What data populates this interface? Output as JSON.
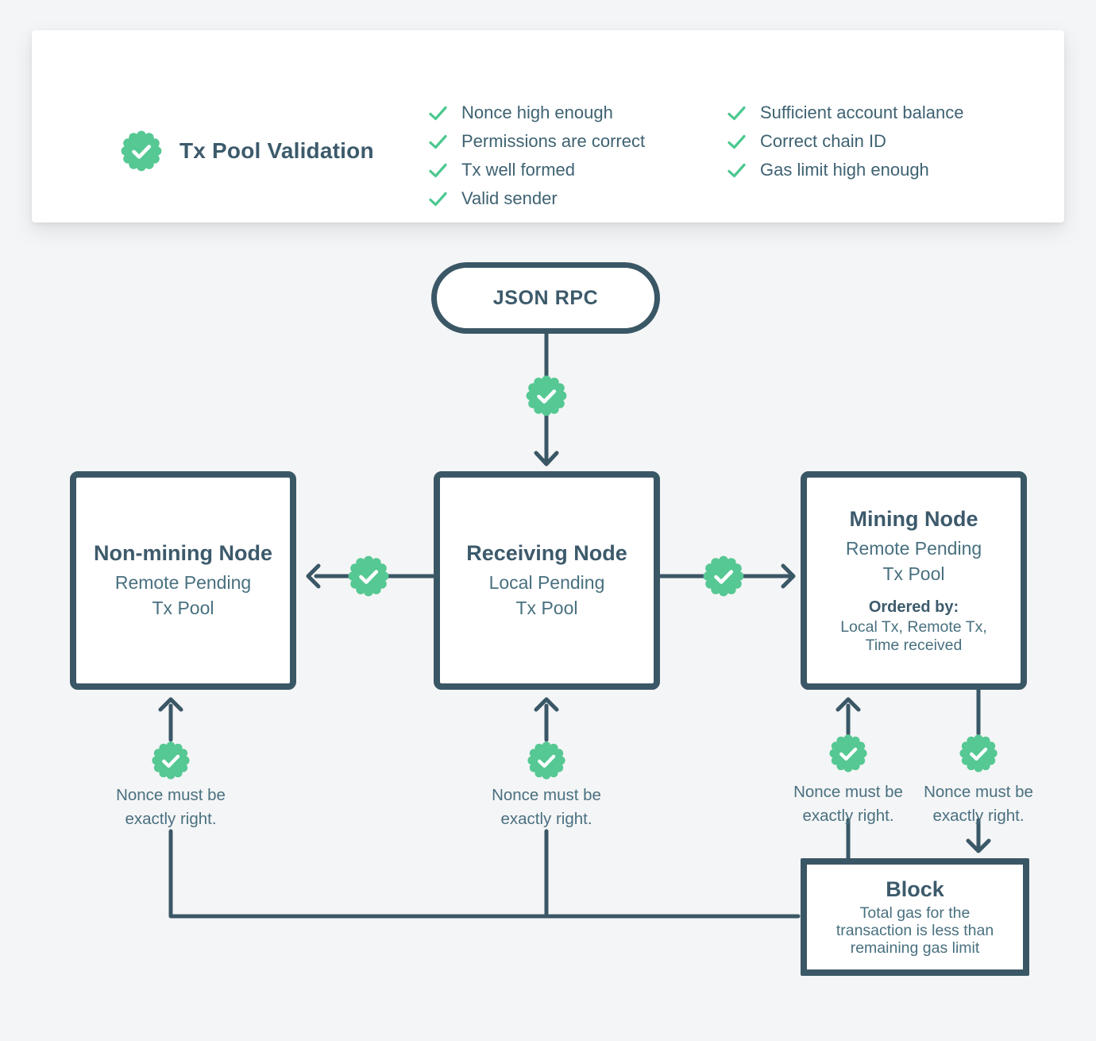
{
  "colors": {
    "accent_green": "#55C893",
    "slate_border": "#3A5766",
    "slate_title": "#3C5A6B",
    "slate_text": "#48707F",
    "background": "#F4F5F6",
    "card_background": "#FFFFFF"
  },
  "validation_card": {
    "badge_icon": "check-seal-icon",
    "title": "Tx Pool Validation",
    "checks_left": [
      "Nonce high enough",
      "Permissions are correct",
      "Tx well formed",
      "Valid sender"
    ],
    "checks_right": [
      "Sufficient account balance",
      "Correct chain ID",
      "Gas limit high enough"
    ]
  },
  "flowchart": {
    "start": {
      "label": "JSON RPC"
    },
    "non_mining_node": {
      "title": "Non-mining Node",
      "subtitle_line1": "Remote Pending",
      "subtitle_line2": "Tx Pool"
    },
    "receiving_node": {
      "title": "Receiving Node",
      "subtitle_line1": "Local Pending",
      "subtitle_line2": "Tx Pool"
    },
    "mining_node": {
      "title": "Mining Node",
      "subtitle_line1": "Remote Pending",
      "subtitle_line2": "Tx Pool",
      "ordered_by_label": "Ordered by:",
      "ordered_by_line1": "Local Tx, Remote Tx,",
      "ordered_by_line2": "Time received"
    },
    "block_node": {
      "title": "Block",
      "body_line1": "Total gas for the",
      "body_line2": "transaction is less than",
      "body_line3": "remaining gas limit"
    },
    "nonce_note": {
      "line1": "Nonce must be",
      "line2": "exactly right."
    }
  }
}
